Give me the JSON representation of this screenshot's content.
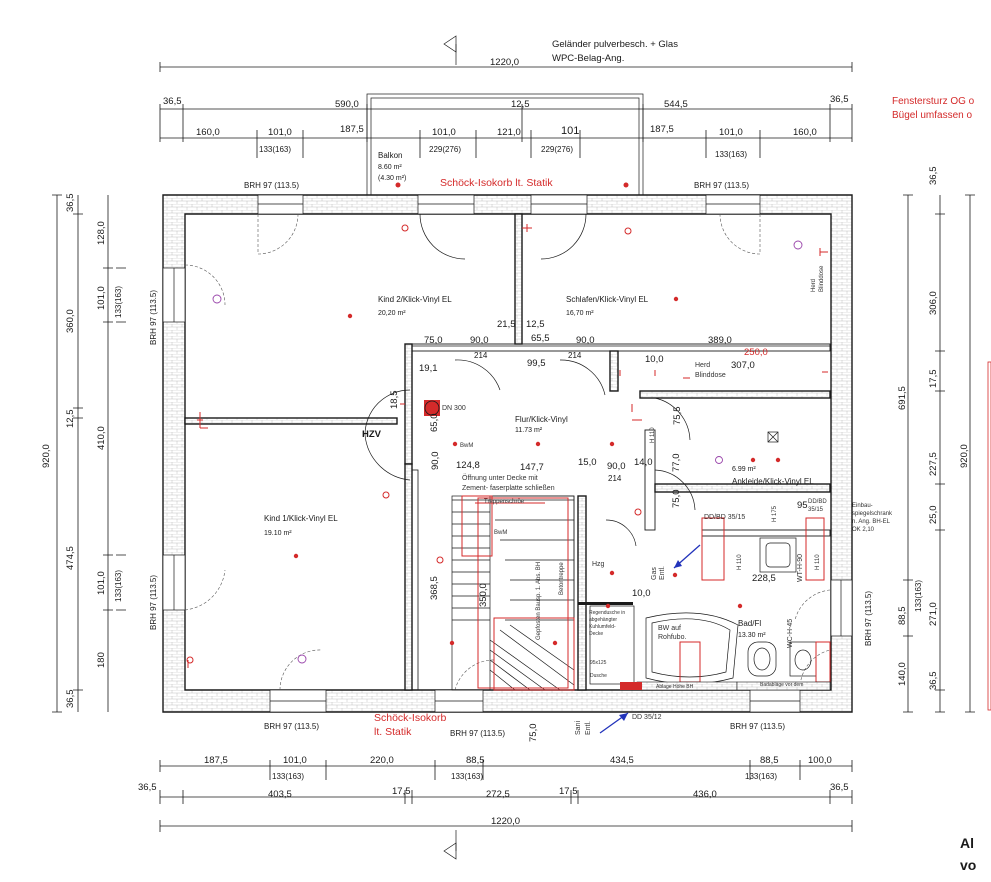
{
  "notes": {
    "railing_1": "Geländer pulverbesch. + Glas",
    "railing_2": "WPC-Belag-Ang.",
    "side_1": "Fenstersturz OG o",
    "side_2": "Bügel umfassen o",
    "bottom_1": "Al",
    "bottom_2": "vo",
    "schoeck_top": "Schöck-Isokorb lt. Statik",
    "schoeck_bottom_1": "Schöck-Isokorb",
    "schoeck_bottom_2": "lt. Statik",
    "hzv": "HZV",
    "opening_1": "Öffnung unter Decke mit",
    "opening_2": "Zement- faserplatte schließen",
    "dn300": "DN 300",
    "herd_1": "Herd",
    "herd_2": "Blinddose",
    "herd_v1": "Herd",
    "herd_v2": "Blinddose",
    "gas": "Gas",
    "entl": "Entl.",
    "sani": "Sani",
    "sani_entl": "Entl.",
    "dd_bd": "DD/BD  35/15",
    "dd_bd_small_1": "DD/BD",
    "dd_bd_small_2": "35/15",
    "dd_35_12": "DD 35/12",
    "mirror_1": "Einbau-",
    "mirror_2": "spiegelschrank",
    "mirror_3": "n. Ang. BH-EL",
    "mirror_4": "OK 2,10",
    "bw_1": "BW auf",
    "bw_2": "Rohfubo.",
    "shower_1": "Regendusche in",
    "shower_2": "abgehängter",
    "shower_3": "Kuhlumfeld-",
    "shower_4": "Decke",
    "shower_size": "95x125",
    "shower_label": "Dusche",
    "hzg": "Hzg",
    "wc": "WC-H-45",
    "wt": "WT-H-90",
    "h110_1": "H 110",
    "h110_2": "H 110",
    "h175": "H 175",
    "h110_3": "H 110",
    "bwm": "BwM",
    "bwm2": "BwM",
    "trepp": "Treppenschröe",
    "ablage": "Ablage Höhe BH",
    "bad_ablage": "Badabläge vor dem",
    "mietpreis": "Gepfosten Bausp. 1. Abs. BH",
    "treppe_v": "Betontreppe"
  },
  "rooms": {
    "balkon": {
      "name": "Balkon",
      "area": "8.60 m²",
      "area2": "(4.30 m²)"
    },
    "kind2": {
      "name": "Kind 2/Klick-Vinyl EL",
      "area": "20,20 m²"
    },
    "schlafen": {
      "name": "Schlafen/Klick-Vinyl EL",
      "area": "16,70 m²"
    },
    "flur": {
      "name": "Flur/Klick-Vinyl",
      "area": "11.73 m²"
    },
    "ankleide": {
      "name": "Ankleide/Klick-Vinyl EL",
      "area": "6.99 m²"
    },
    "kind1": {
      "name": "Kind 1/Klick-Vinyl EL",
      "area": "19.10 m²"
    },
    "bad": {
      "name": "Bad/Fl",
      "area": "13.30 m²"
    }
  },
  "windows": {
    "brh_top_left": "BRH 97 (113.5)",
    "brh_top_right": "BRH 97 (113.5)",
    "brh_bottom_left": "BRH 97 (113.5)",
    "brh_bottom_mid": "BRH 97 (113.5)",
    "brh_bottom_right": "BRH 97 (113.5)",
    "brh_left_top": "BRH 97 (113.5)",
    "brh_left_bottom": "BRH 97 (113.5)",
    "brh_right": "BRH 97 (113.5)"
  },
  "dims_top": {
    "total": "1220,0",
    "a1": "36,5",
    "a2": "590,0",
    "a3": "12,5",
    "a4": "544,5",
    "a5": "36,5",
    "b1": "160,0",
    "b2": "101,0",
    "b3": "187,5",
    "b4": "101,0",
    "b5": "121,0",
    "b6": "101",
    "b7": "187,5",
    "b8": "101,0",
    "b9": "160,0",
    "c1": "133(163)",
    "c2": "229(276)",
    "c3": "229(276)",
    "c4": "133(163)"
  },
  "dims_bottom": {
    "a1": "187,5",
    "a2": "101,0",
    "a3": "220,0",
    "a4": "88,5",
    "a5": "434,5",
    "a6": "88,5",
    "a7": "100,0",
    "b1": "133(163)",
    "b2": "133(163)",
    "b3": "133(163)",
    "c1": "36,5",
    "c2": "403,5",
    "c3": "17,5",
    "c4": "272,5",
    "c5": "17,5",
    "c6": "436,0",
    "c7": "36,5",
    "total": "1220,0"
  },
  "dims_left": {
    "total": "920,0",
    "a1": "36,5",
    "a2": "360,0",
    "a3": "12,5",
    "a4": "474,5",
    "a5": "36,5",
    "b1": "128,0",
    "b2": "101,0",
    "b3": "410,0",
    "b4": "101,0",
    "b5": "180",
    "c1": "133(163)",
    "c2": "133(163)"
  },
  "dims_right": {
    "total": "920,0",
    "a1": "36,5",
    "a2": "691,5",
    "a3": "88,5",
    "a4": "140,0",
    "b1": "306,0",
    "b2": "17,5",
    "b3": "227,5",
    "b4": "25,0",
    "b5": "271,0",
    "b6": "36,5",
    "c1": "133(163)"
  },
  "dims_inner": {
    "d1": "21,5",
    "d2": "12,5",
    "d3": "75,0",
    "d4": "90,0",
    "d5": "65,5",
    "d6": "90,0",
    "d7": "389,0",
    "d8": "250,0",
    "d9": "214",
    "d10": "214",
    "d11": "19,1",
    "d12": "99,5",
    "d13": "10,0",
    "d14": "307,0",
    "d15": "18,5",
    "d16": "65,0",
    "d17": "75,5",
    "d18": "90,0",
    "d19": "124,8",
    "d20": "147,7",
    "d21": "15,0",
    "d22": "90,0",
    "d23": "14,0",
    "d24": "214",
    "d25": "77,0",
    "d26": "75,0",
    "d27": "95",
    "d28": "228,5",
    "d29": "10,0",
    "d30": "368,5",
    "d31": "350,0",
    "d32": "75,0"
  }
}
